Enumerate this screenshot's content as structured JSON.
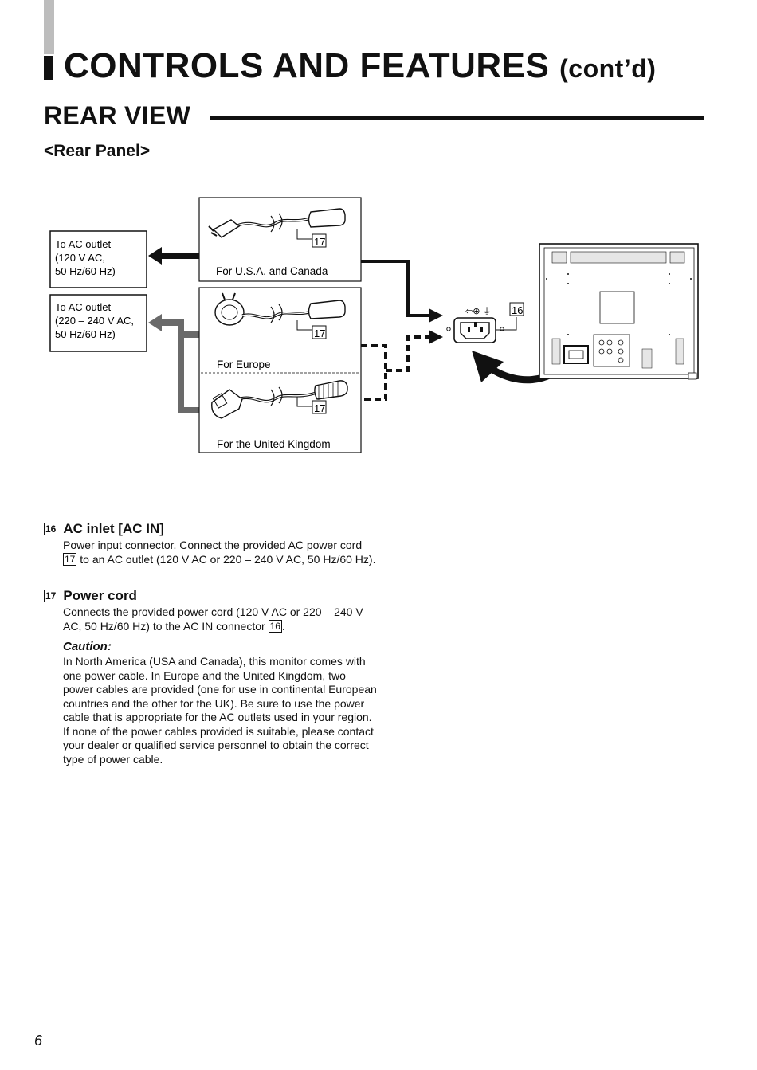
{
  "page": {
    "title": "CONTROLS AND FEATURES",
    "title_suffix": "(cont’d)",
    "section": "REAR VIEW",
    "subsection": "<Rear Panel>",
    "page_number": "6"
  },
  "diagram": {
    "outlet_us": [
      "To AC outlet",
      "(120 V AC,",
      "50 Hz/60 Hz)"
    ],
    "outlet_eu": [
      "To AC outlet",
      "(220 – 240 V AC,",
      "50 Hz/60 Hz)"
    ],
    "cord_us_label": "For U.S.A. and Canada",
    "cord_eu_label": "For Europe",
    "cord_uk_label": "For the United Kingdom",
    "cord_ref": "17",
    "inlet_ref": "16"
  },
  "items": [
    {
      "number": "16",
      "title": "AC inlet [AC IN]",
      "body_1": "Power input connector. Connect the provided AC power cord ",
      "ref": "17",
      "body_2": " to an AC outlet (120 V AC or 220 – 240 V AC, 50 Hz/60 Hz)."
    },
    {
      "number": "17",
      "title": "Power cord",
      "body_1": "Connects the provided power cord (120 V AC or 220 – 240 V AC, 50 Hz/60 Hz) to the AC IN connector ",
      "ref": "16",
      "body_2": ".",
      "caution_title": "Caution:",
      "caution_text": "In North America (USA and Canada), this monitor comes with one power cable.  In Europe and the United Kingdom, two power cables are provided (one for use in continental European countries and the other for the UK). Be sure to use the power cable that is appropriate for the AC outlets used in your region. If none of the power cables provided is suitable, please contact your dealer or qualified service personnel to obtain the correct type of power cable."
    }
  ]
}
